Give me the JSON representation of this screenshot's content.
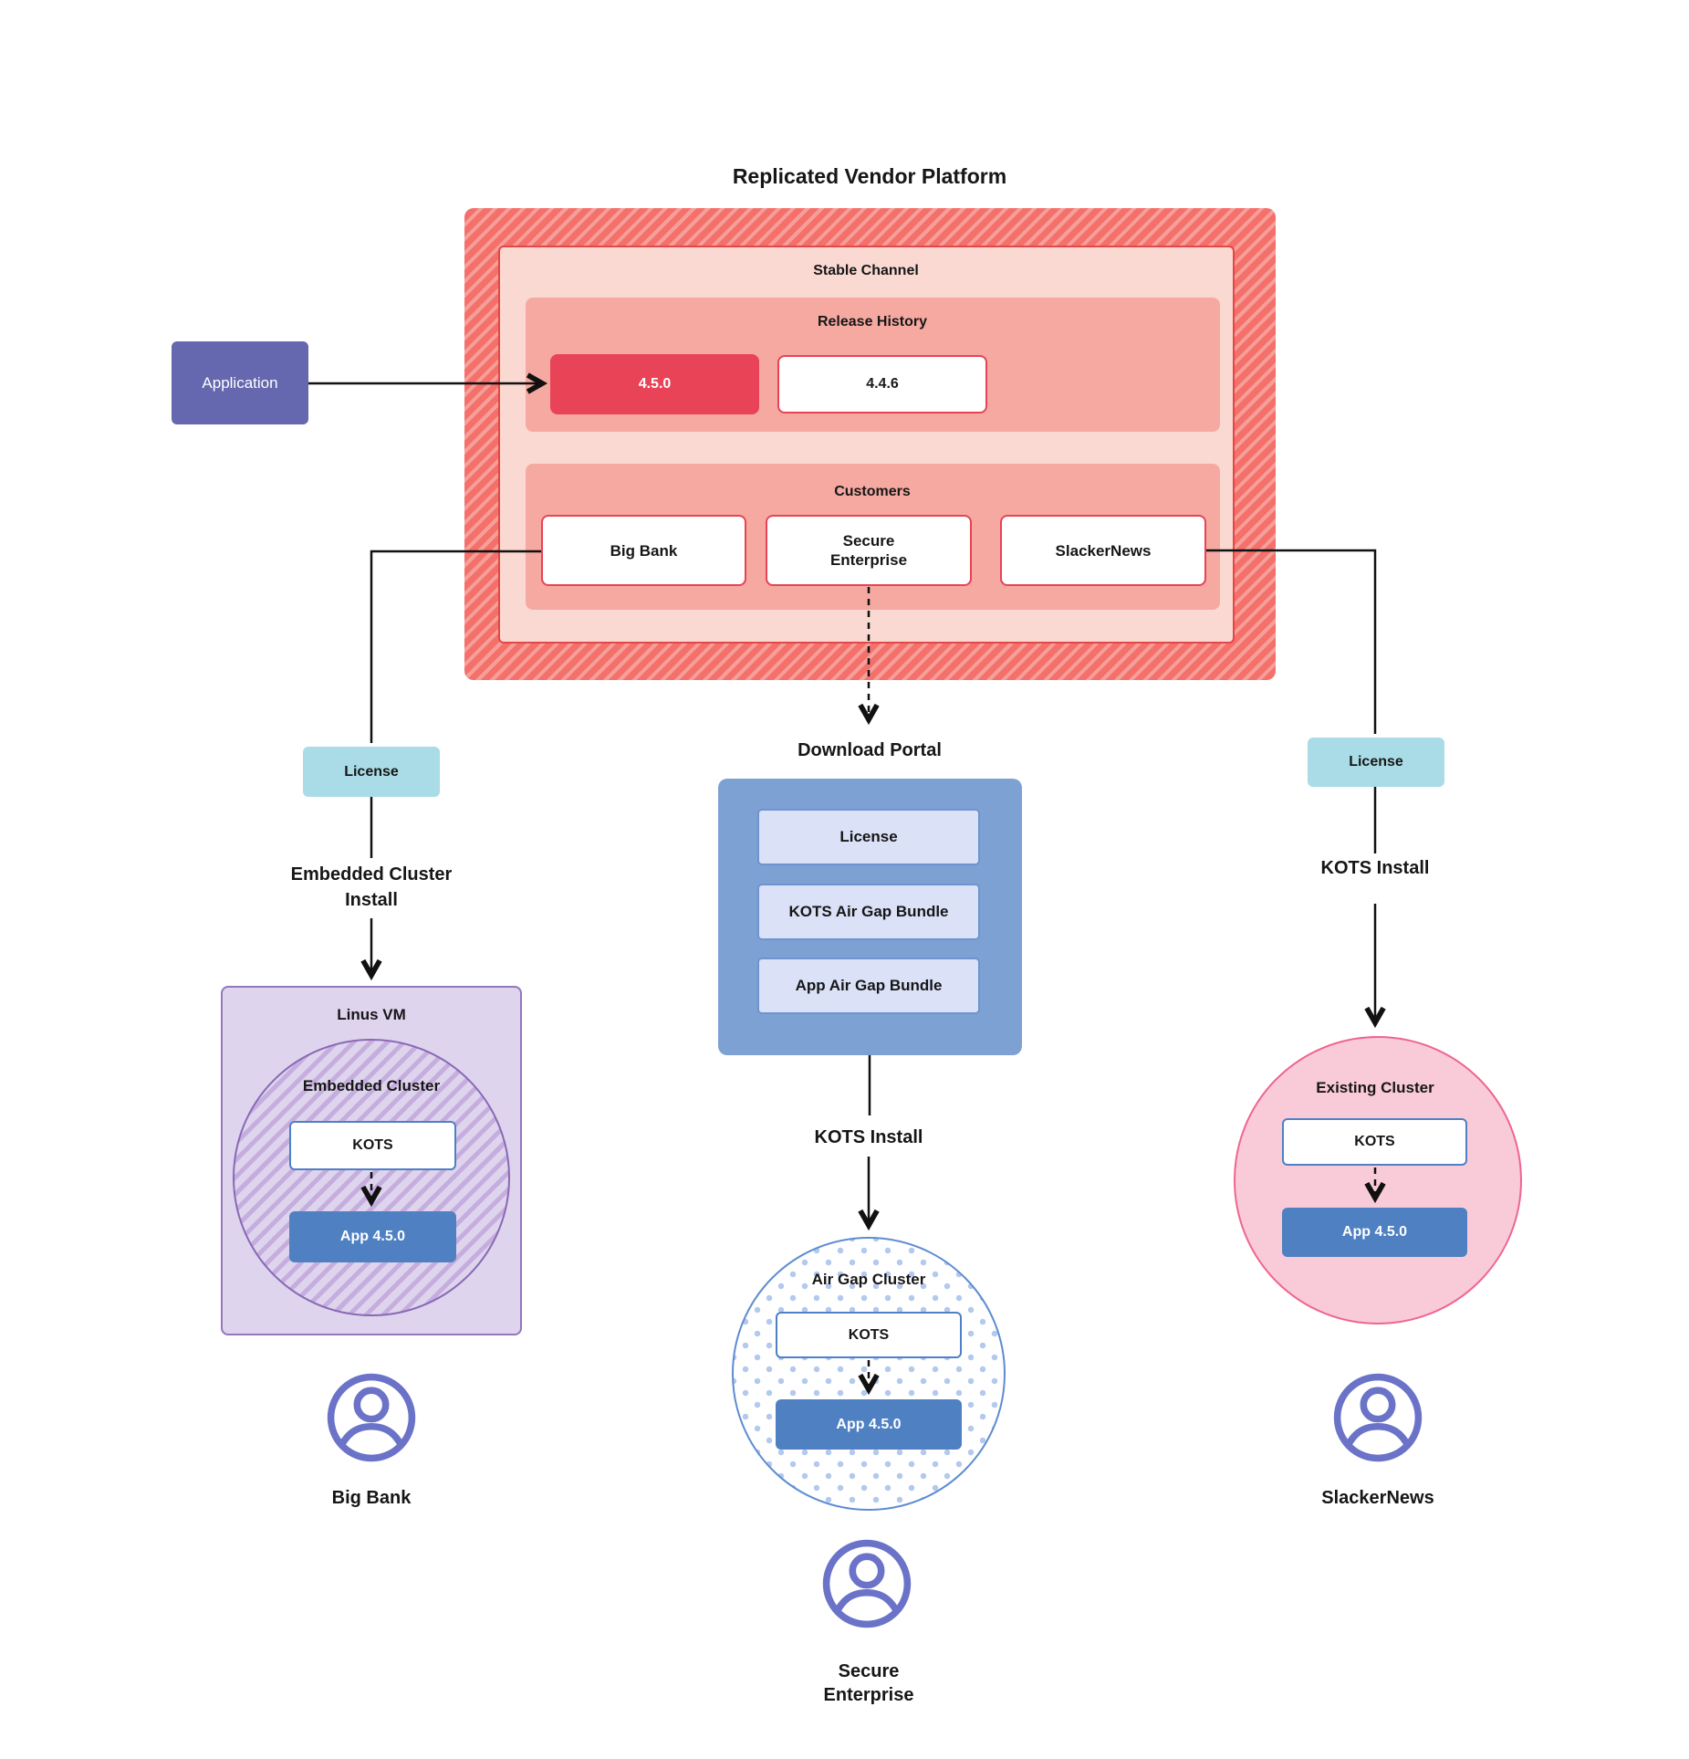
{
  "title": "Replicated Vendor Platform",
  "colors": {
    "accent_red": "#e84356",
    "hatch_base": "#f3706b",
    "hatch_stripe": "#f79e98",
    "pink_light": "#fbd9d3",
    "pink_mid": "#f5a9a1",
    "stable_border": "#e34747",
    "purple_app": "#6568ae",
    "teal": "#a9dce6",
    "blue_portal": "#7ea1d4",
    "blue_item_bg": "#dbe2f8",
    "blue_item_border": "#6d94cf",
    "blue_app": "#4e80c2",
    "kots_border": "#4d80c4",
    "vm_bg": "#ded4ed",
    "vm_border": "#9477bd",
    "circle_hatch_border": "#8a68b5",
    "circle_hatch_stripe": "#c5aede",
    "dot_blue": "#b3c9ed",
    "airgap_border": "#5e8cd1",
    "pink_circle_bg": "#f9cbd8",
    "pink_circle_border": "#ef6590",
    "person": "#6a73c8",
    "ink": "#111111"
  },
  "application_label": "Application",
  "platform": {
    "stable_channel_label": "Stable Channel",
    "release_history": {
      "label": "Release History",
      "releases": [
        {
          "version": "4.5.0",
          "highlight": true
        },
        {
          "version": "4.4.6",
          "highlight": false
        }
      ]
    },
    "customers": {
      "label": "Customers",
      "items": [
        "Big Bank",
        "Secure Enterprise",
        "SlackerNews"
      ]
    }
  },
  "left_flow": {
    "license_label": "License",
    "install_line1": "Embedded Cluster",
    "install_line2": "Install",
    "vm_title": "Linus VM",
    "cluster_title": "Embedded Cluster",
    "kots_label": "KOTS",
    "app_label": "App 4.5.0",
    "person_label": "Big Bank"
  },
  "middle_flow": {
    "portal_title": "Download Portal",
    "portal_items": [
      "License",
      "KOTS Air Gap Bundle",
      "App Air Gap Bundle"
    ],
    "install_label": "KOTS Install",
    "cluster_title": "Air Gap Cluster",
    "kots_label": "KOTS",
    "app_label": "App 4.5.0",
    "person_label": "Secure Enterprise"
  },
  "right_flow": {
    "license_label": "License",
    "install_label": "KOTS Install",
    "cluster_title": "Existing Cluster",
    "kots_label": "KOTS",
    "app_label": "App 4.5.0",
    "person_label": "SlackerNews"
  }
}
